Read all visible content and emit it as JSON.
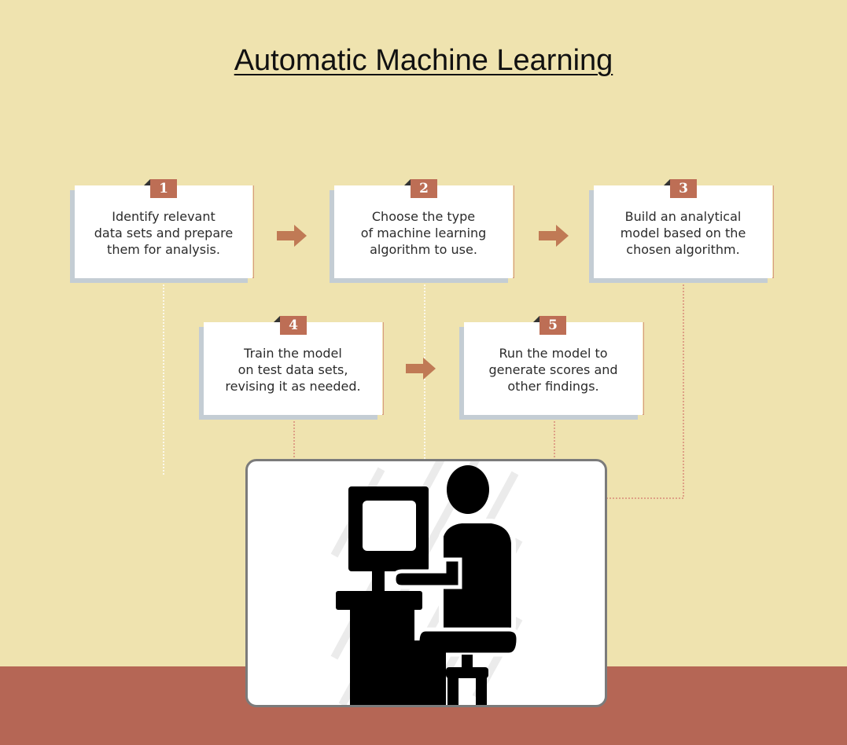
{
  "title": "Automatic Machine Learning",
  "steps": [
    {
      "number": "1",
      "text": "Identify relevant\ndata sets and prepare\nthem for analysis."
    },
    {
      "number": "2",
      "text": "Choose the type\nof machine learning\nalgorithm to use."
    },
    {
      "number": "3",
      "text": "Build an analytical\nmodel based on the\nchosen algorithm."
    },
    {
      "number": "4",
      "text": "Train the model\non test data sets,\nrevising it as needed."
    },
    {
      "number": "5",
      "text": "Run the model to\ngenerate scores and\nother findings."
    }
  ],
  "colors": {
    "background": "#efe3af",
    "floor": "#b56655",
    "badge": "#bd6e55",
    "arrow": "#c07a55",
    "card_shadow": "#c4cdd4",
    "connector": "#d98a78"
  },
  "icons": [
    "arrow-right-icon",
    "person-at-computer-icon"
  ]
}
